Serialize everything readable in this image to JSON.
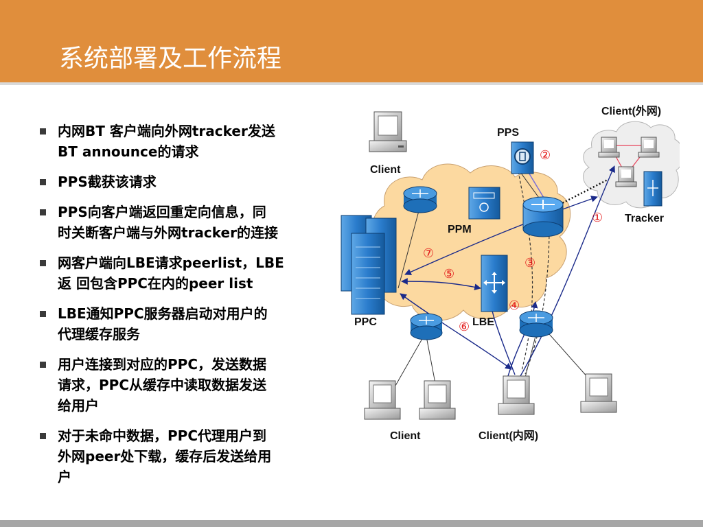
{
  "slide": {
    "title": "系统部署及工作流程"
  },
  "bullets": [
    {
      "lines": [
        "内网BT 客户端向外网tracker发送",
        "BT announce的请求"
      ]
    },
    {
      "lines": [
        "PPS截获该请求"
      ]
    },
    {
      "lines": [
        "PPS向客户端返回重定向信息，同",
        "时关断客户端与外网tracker的连接"
      ]
    },
    {
      "lines": [
        "网客户端向LBE请求peerlist，LBE",
        "返 回包含PPC在内的peer list"
      ]
    },
    {
      "lines": [
        "LBE通知PPC服务器启动对用户的",
        "代理缓存服务"
      ]
    },
    {
      "lines": [
        "用户连接到对应的PPC，发送数据",
        "请求，PPC从缓存中读取数据发送",
        "给用户"
      ]
    },
    {
      "lines": [
        "对于未命中数据，PPC代理用户到",
        "外网peer处下载，缓存后发送给用",
        "户"
      ]
    }
  ],
  "diagram": {
    "labels": {
      "client_top": "Client",
      "pps": "PPS",
      "ppm": "PPM",
      "ppc": "PPC",
      "lbe": "LBE",
      "client_external": "Client(外网)",
      "tracker": "Tracker",
      "client_bottom": "Client",
      "client_internal": "Client(内网)"
    },
    "steps": [
      "①",
      "②",
      "③",
      "④",
      "⑤",
      "⑥",
      "⑦"
    ],
    "colors": {
      "title_bar": "#e08e3c",
      "cloud": "#fcd9a0",
      "device_blue": "#1e6fb8",
      "arrow": "#1a2a8a",
      "step_marker": "#e31b1b"
    }
  }
}
